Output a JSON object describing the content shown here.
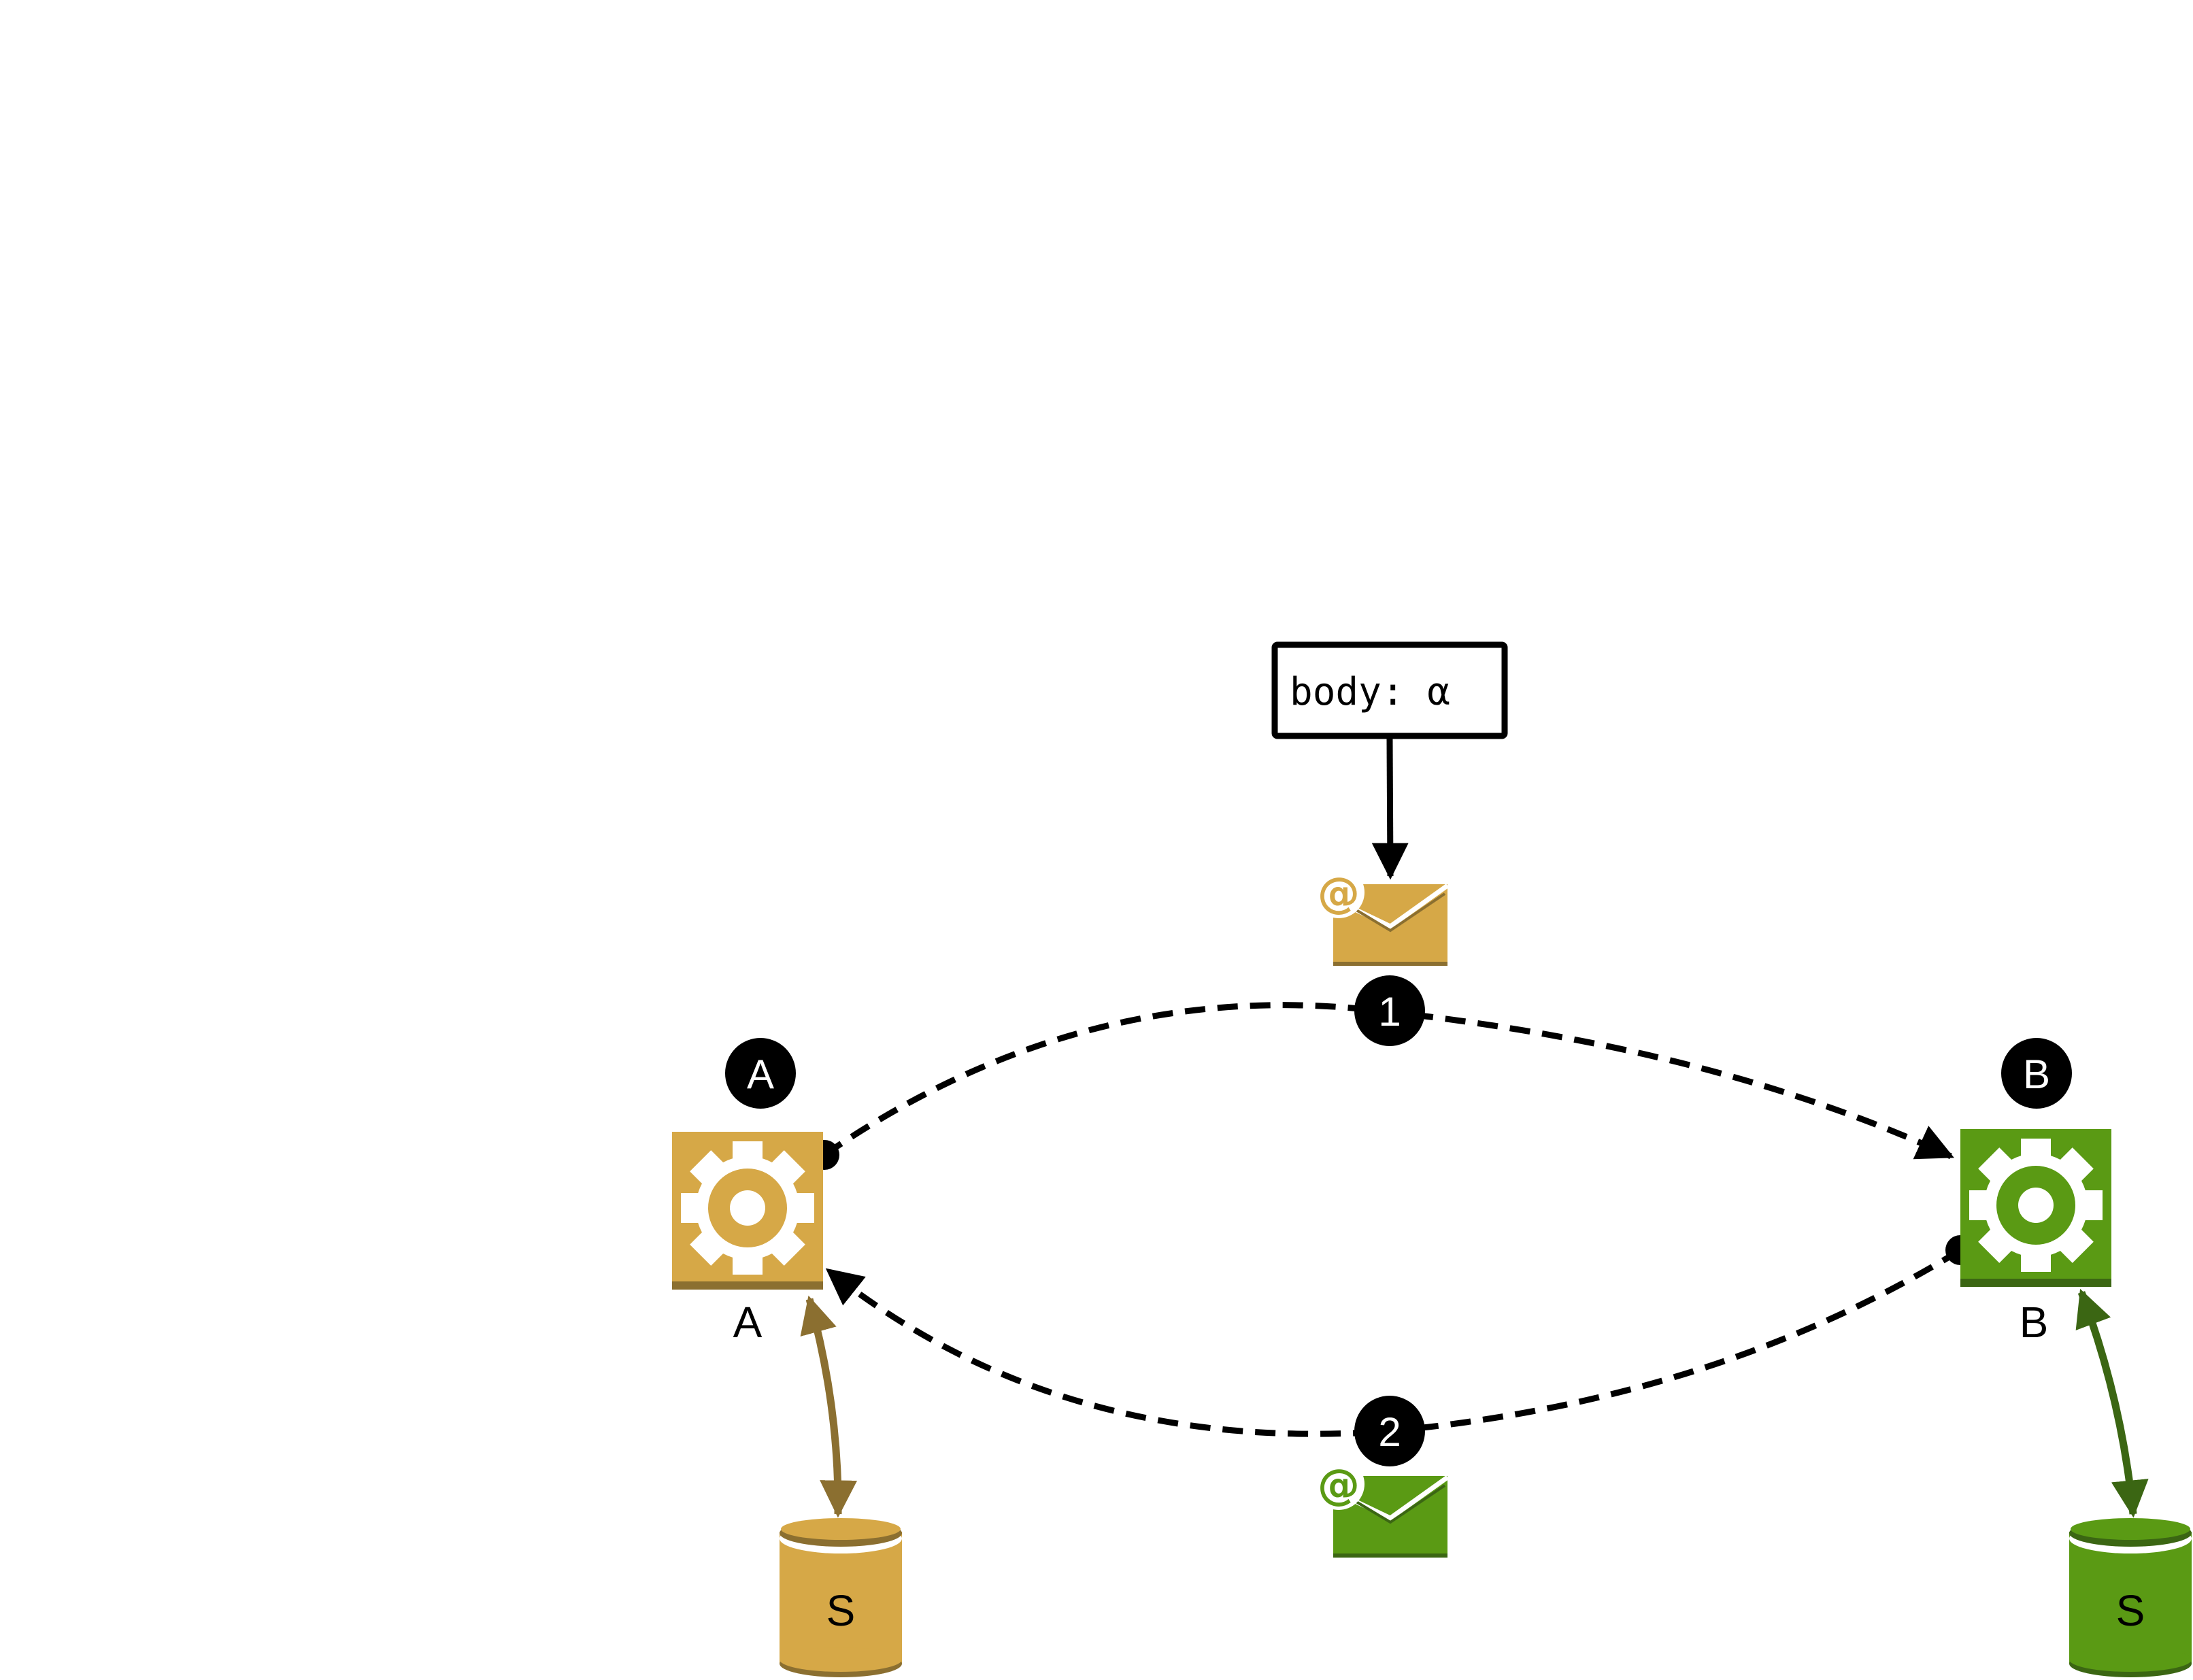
{
  "colors": {
    "service_a": "#D6A847",
    "service_a_dark": "#8B6F30",
    "service_b": "#5A9A14",
    "service_b_dark": "#3B6613",
    "edge": "#000000",
    "badge": "#000000"
  },
  "nodes": {
    "service_a": {
      "label": "A",
      "badge": "A",
      "icon": "gear-icon"
    },
    "service_b": {
      "label": "B",
      "badge": "B",
      "icon": "gear-icon"
    },
    "store_a": {
      "label": "S",
      "icon": "database-icon"
    },
    "store_b": {
      "label": "S",
      "icon": "database-icon"
    },
    "message_1": {
      "icon": "email-icon"
    },
    "message_2": {
      "icon": "email-icon"
    },
    "note": {
      "text": "body: α"
    }
  },
  "steps": [
    {
      "badge": "1",
      "from": "A",
      "to": "B"
    },
    {
      "badge": "2",
      "from": "B",
      "to": "A"
    }
  ]
}
